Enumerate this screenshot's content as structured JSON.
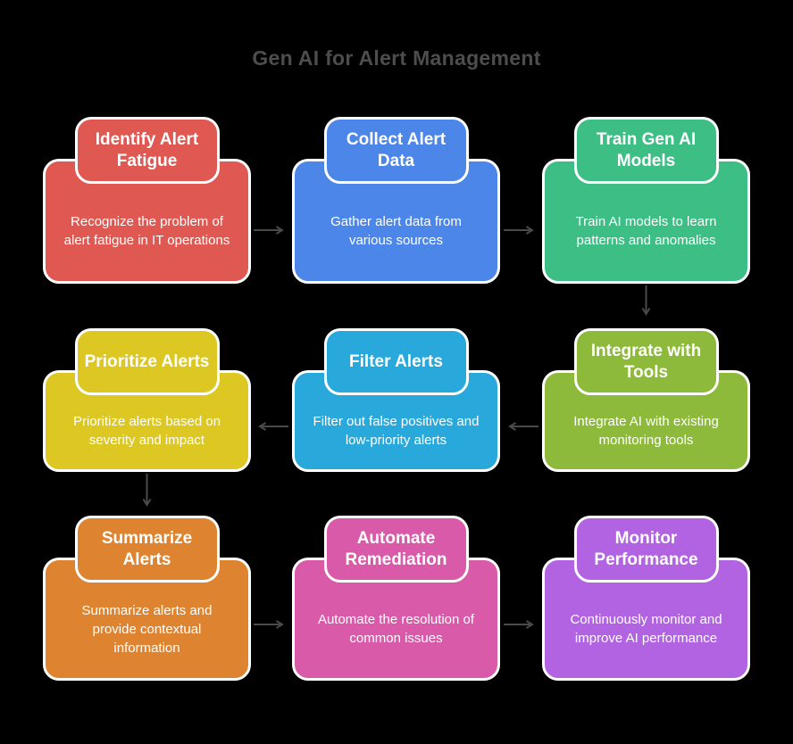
{
  "title": "Gen AI for Alert Management",
  "background_color": "#000000",
  "arrow_color": "#4a4a4a",
  "nodes": [
    {
      "id": "identify-alert-fatigue",
      "title": "Identify Alert Fatigue",
      "description": "Recognize the problem of alert fatigue in IT operations",
      "color": "#df5852"
    },
    {
      "id": "collect-alert-data",
      "title": "Collect Alert Data",
      "description": "Gather alert data from various sources",
      "color": "#4c86e8"
    },
    {
      "id": "train-gen-ai-models",
      "title": "Train Gen AI Models",
      "description": "Train AI models to learn patterns and anomalies",
      "color": "#3cbe85"
    },
    {
      "id": "integrate-with-tools",
      "title": "Integrate with Tools",
      "description": "Integrate AI with existing monitoring tools",
      "color": "#8dba3a"
    },
    {
      "id": "filter-alerts",
      "title": "Filter Alerts",
      "description": "Filter out false positives and low-priority alerts",
      "color": "#29a9db"
    },
    {
      "id": "prioritize-alerts",
      "title": "Prioritize Alerts",
      "description": "Prioritize alerts based on severity and impact",
      "color": "#dcc723"
    },
    {
      "id": "summarize-alerts",
      "title": "Summarize Alerts",
      "description": "Summarize alerts and provide contextual information",
      "color": "#de8430"
    },
    {
      "id": "automate-remediation",
      "title": "Automate Remediation",
      "description": "Automate the resolution of common issues",
      "color": "#d95aa8"
    },
    {
      "id": "monitor-performance",
      "title": "Monitor Performance",
      "description": "Continuously monitor and improve AI performance",
      "color": "#b263e2"
    }
  ],
  "edges": [
    {
      "from": "identify-alert-fatigue",
      "to": "collect-alert-data",
      "direction": "right"
    },
    {
      "from": "collect-alert-data",
      "to": "train-gen-ai-models",
      "direction": "right"
    },
    {
      "from": "train-gen-ai-models",
      "to": "integrate-with-tools",
      "direction": "down"
    },
    {
      "from": "integrate-with-tools",
      "to": "filter-alerts",
      "direction": "left"
    },
    {
      "from": "filter-alerts",
      "to": "prioritize-alerts",
      "direction": "left"
    },
    {
      "from": "prioritize-alerts",
      "to": "summarize-alerts",
      "direction": "down"
    },
    {
      "from": "summarize-alerts",
      "to": "automate-remediation",
      "direction": "right"
    },
    {
      "from": "automate-remediation",
      "to": "monitor-performance",
      "direction": "right"
    }
  ]
}
